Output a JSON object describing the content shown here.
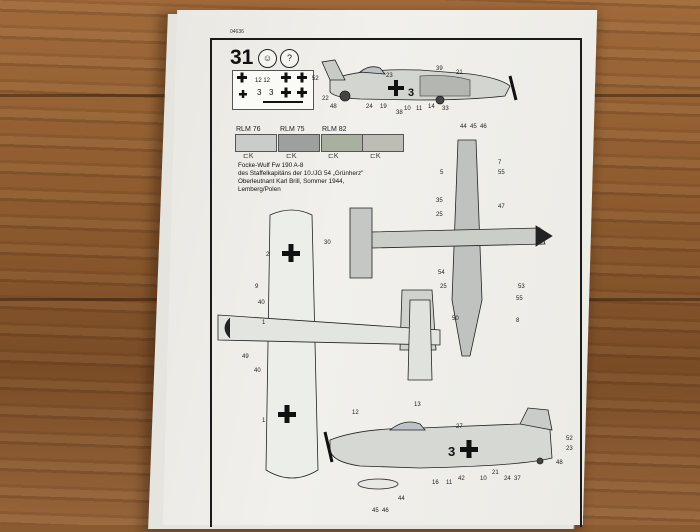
{
  "sheet": {
    "code": "04636",
    "step_number": "31",
    "color_labels": [
      "RLM 76",
      "RLM 75",
      "RLM 82"
    ],
    "caption_lines": [
      "Focke-Wulf Fw 190 A-8",
      "des Staffelkapitäns der 10./JG 54 „Grünherz\"",
      "Oberleutnant Karl Brill, Sommer 1944,",
      "Lemberg/Polen"
    ],
    "side_view_top": {
      "fuselage_code": "3",
      "callouts": [
        "52",
        "22",
        "48",
        "24",
        "19",
        "23",
        "38",
        "10",
        "11",
        "14",
        "33",
        "44",
        "45",
        "46",
        "39",
        "21"
      ]
    },
    "plan_view": {
      "callouts": [
        "30",
        "5",
        "7",
        "55",
        "47",
        "35",
        "25",
        "54",
        "25",
        "53",
        "55",
        "8",
        "50"
      ]
    },
    "underside_view": {
      "callouts": [
        "2",
        "9",
        "40",
        "1",
        "49",
        "40",
        "1"
      ]
    },
    "side_view_bottom": {
      "fuselage_code": "3",
      "callouts": [
        "12",
        "13",
        "27",
        "52",
        "23",
        "48",
        "16",
        "11",
        "42",
        "10",
        "21",
        "24",
        "37",
        "44",
        "46",
        "45"
      ]
    },
    "colors": {
      "rlm76": "#c9ccc8",
      "rlm75": "#9da09d",
      "rlm82": "#a9b0a0",
      "mottle": "#bdbdb6",
      "ink": "#1a1a1a"
    }
  }
}
